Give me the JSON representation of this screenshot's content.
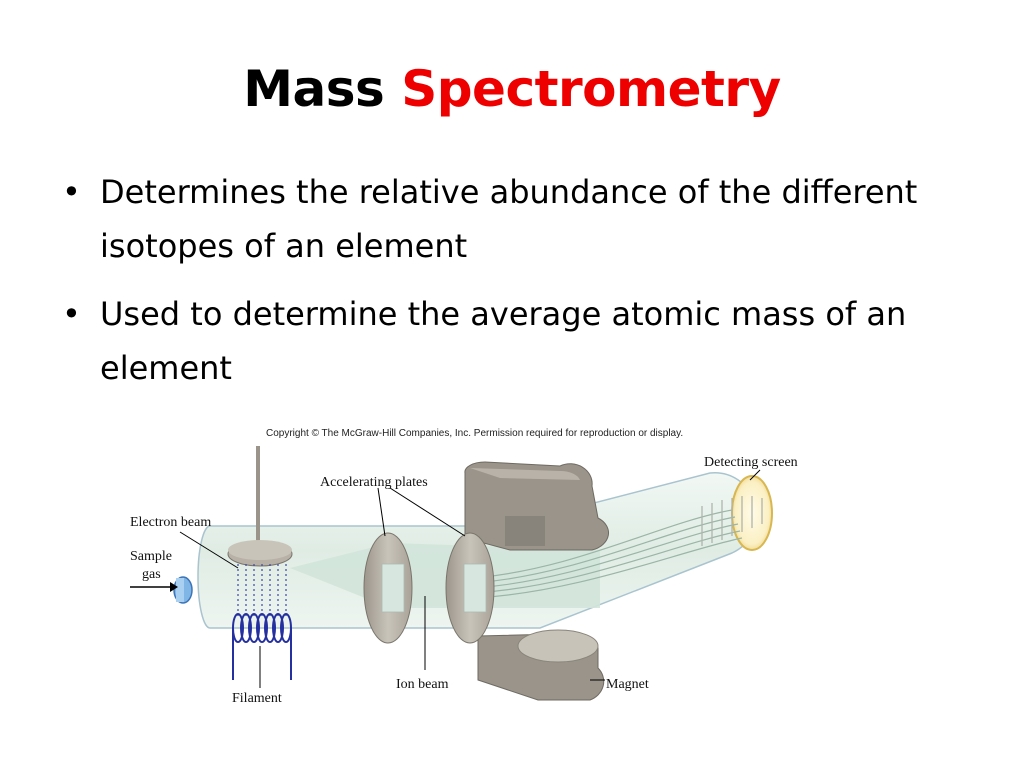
{
  "title": {
    "part1": "Mass",
    "part2": "Spectrometry",
    "accent_color": "#ee0000"
  },
  "bullets": [
    "Determines the relative abundance of the different isotopes of an element",
    "Used to determine the average atomic mass of an element"
  ],
  "diagram": {
    "copyright": "Copyright © The McGraw-Hill Companies, Inc. Permission required for reproduction or display.",
    "labels": {
      "electron_beam": "Electron beam",
      "sample": "Sample",
      "gas": "gas",
      "accelerating_plates": "Accelerating plates",
      "detecting_screen": "Detecting screen",
      "filament": "Filament",
      "ion_beam": "Ion beam",
      "magnet": "Magnet"
    }
  }
}
